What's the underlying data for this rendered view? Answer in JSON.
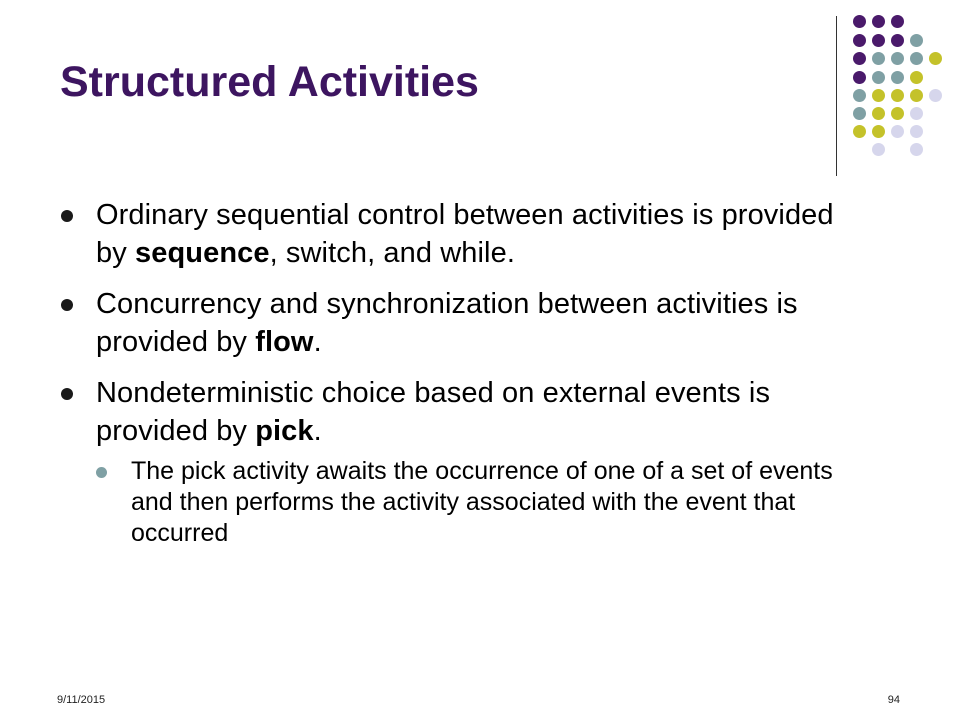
{
  "slide": {
    "title": "Structured Activities",
    "bullets": [
      {
        "pre": "Ordinary sequential control between activities is provided by ",
        "bold": "sequence",
        "post": ", switch, and while."
      },
      {
        "pre": "Concurrency and synchronization between activities is provided by ",
        "bold": "flow",
        "post": "."
      },
      {
        "pre": "Nondeterministic choice based on external events is provided by ",
        "bold": "pick",
        "post": "."
      }
    ],
    "sub_bullets": [
      "The pick activity awaits the occurrence of one of a set of events and then performs the activity associated with the event that occurred"
    ]
  },
  "footer": {
    "date": "9/11/2015",
    "page": "94"
  },
  "colors": {
    "title": "#3d1560",
    "dot_purple": "#4a1a6b",
    "dot_teal": "#7fa0a4",
    "dot_lime": "#c4c22a",
    "dot_lavender": "#d6d6ec"
  }
}
